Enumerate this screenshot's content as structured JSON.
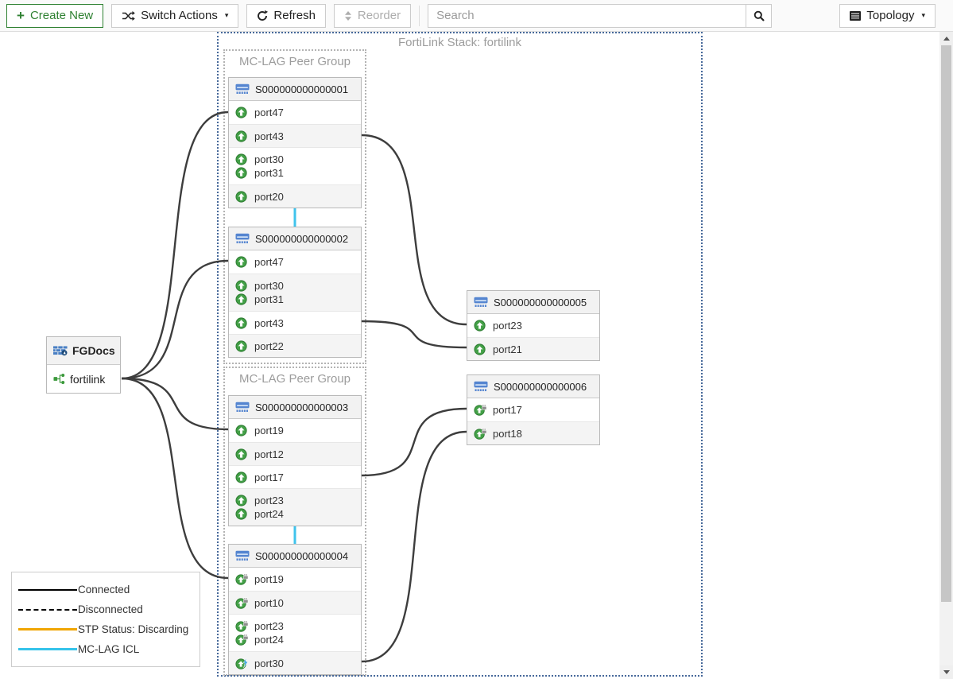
{
  "toolbar": {
    "create_new_label": "Create New",
    "switch_actions_label": "Switch Actions",
    "refresh_label": "Refresh",
    "reorder_label": "Reorder",
    "search_placeholder": "Search",
    "topology_label": "Topology"
  },
  "stack": {
    "label": "FortiLink Stack: fortilink",
    "groups": [
      {
        "label": "MC-LAG Peer Group"
      },
      {
        "label": "MC-LAG Peer Group"
      }
    ]
  },
  "fortigate": {
    "name": "FGDocs",
    "interface_name": "fortilink"
  },
  "switches": [
    {
      "name": "S000000000000001",
      "rows": [
        [
          {
            "label": "port47",
            "icon": "port-up"
          }
        ],
        [
          {
            "label": "port43",
            "icon": "port-up"
          }
        ],
        [
          {
            "label": "port30",
            "icon": "port-up"
          },
          {
            "label": "port31",
            "icon": "port-up"
          }
        ],
        [
          {
            "label": "port20",
            "icon": "port-up"
          }
        ]
      ]
    },
    {
      "name": "S000000000000002",
      "rows": [
        [
          {
            "label": "port47",
            "icon": "port-up"
          }
        ],
        [
          {
            "label": "port30",
            "icon": "port-up"
          },
          {
            "label": "port31",
            "icon": "port-up"
          }
        ],
        [
          {
            "label": "port43",
            "icon": "port-up"
          }
        ],
        [
          {
            "label": "port22",
            "icon": "port-up"
          }
        ]
      ]
    },
    {
      "name": "S000000000000003",
      "rows": [
        [
          {
            "label": "port19",
            "icon": "port-up"
          }
        ],
        [
          {
            "label": "port12",
            "icon": "port-up"
          }
        ],
        [
          {
            "label": "port17",
            "icon": "port-up"
          }
        ],
        [
          {
            "label": "port23",
            "icon": "port-up"
          },
          {
            "label": "port24",
            "icon": "port-up"
          }
        ]
      ]
    },
    {
      "name": "S000000000000004",
      "rows": [
        [
          {
            "label": "port19",
            "icon": "port-lag"
          }
        ],
        [
          {
            "label": "port10",
            "icon": "port-lag"
          }
        ],
        [
          {
            "label": "port23",
            "icon": "port-lag"
          },
          {
            "label": "port24",
            "icon": "port-lag"
          }
        ],
        [
          {
            "label": "port30",
            "icon": "port-lag-poe"
          }
        ]
      ]
    },
    {
      "name": "S000000000000005",
      "rows": [
        [
          {
            "label": "port23",
            "icon": "port-up"
          }
        ],
        [
          {
            "label": "port21",
            "icon": "port-up"
          }
        ]
      ]
    },
    {
      "name": "S000000000000006",
      "rows": [
        [
          {
            "label": "port17",
            "icon": "port-lag"
          }
        ],
        [
          {
            "label": "port18",
            "icon": "port-lag"
          }
        ]
      ]
    }
  ],
  "edges": [
    {
      "from": "FGDocs:fortilink",
      "to": "S000000000000001:port47",
      "type": "connected"
    },
    {
      "from": "FGDocs:fortilink",
      "to": "S000000000000002:port47",
      "type": "connected"
    },
    {
      "from": "FGDocs:fortilink",
      "to": "S000000000000003:port19",
      "type": "connected"
    },
    {
      "from": "FGDocs:fortilink",
      "to": "S000000000000004:port19",
      "type": "connected"
    },
    {
      "from": "S000000000000001:port43",
      "to": "S000000000000005:port23",
      "type": "connected"
    },
    {
      "from": "S000000000000002:port43",
      "to": "S000000000000005:port21",
      "type": "connected"
    },
    {
      "from": "S000000000000003:port17",
      "to": "S000000000000006:port17",
      "type": "connected"
    },
    {
      "from": "S000000000000004:port30",
      "to": "S000000000000006:port18",
      "type": "connected"
    },
    {
      "from": "S000000000000001",
      "to": "S000000000000002",
      "type": "mclag-icl"
    },
    {
      "from": "S000000000000003",
      "to": "S000000000000004",
      "type": "mclag-icl"
    }
  ],
  "legend": {
    "items": [
      {
        "label": "Connected",
        "line": "solid-black"
      },
      {
        "label": "Disconnected",
        "line": "dashed-black"
      },
      {
        "label": "STP Status: Discarding",
        "line": "solid-orange"
      },
      {
        "label": "MC-LAG ICL",
        "line": "solid-cyan"
      }
    ]
  },
  "colors": {
    "accent_green": "#2f8132",
    "port_green": "#43a047",
    "switch_blue": "#5585d0",
    "stp_orange": "#f0a500",
    "mclag_cyan": "#35c3ea",
    "connection_dark": "#3d3d3d",
    "stack_border_blue": "#47699a"
  }
}
